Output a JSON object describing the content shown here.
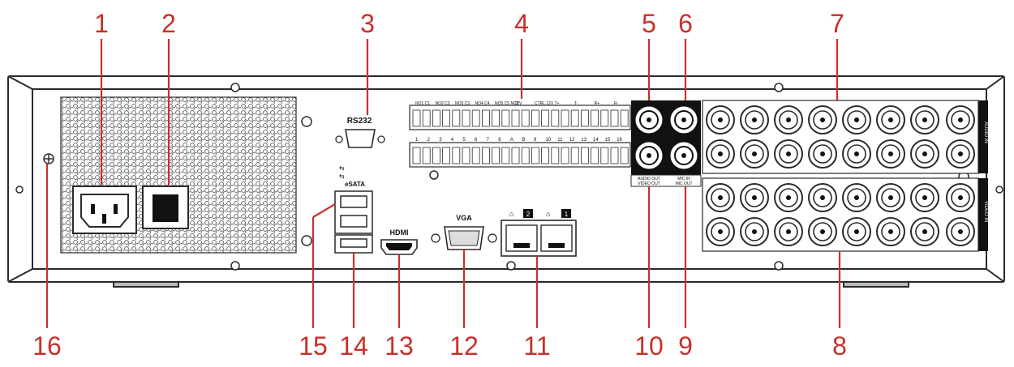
{
  "callouts": [
    {
      "id": 1,
      "label": "1"
    },
    {
      "id": 2,
      "label": "2"
    },
    {
      "id": 3,
      "label": "3"
    },
    {
      "id": 4,
      "label": "4"
    },
    {
      "id": 5,
      "label": "5"
    },
    {
      "id": 6,
      "label": "6"
    },
    {
      "id": 7,
      "label": "7"
    },
    {
      "id": 8,
      "label": "8"
    },
    {
      "id": 9,
      "label": "9"
    },
    {
      "id": 10,
      "label": "10"
    },
    {
      "id": 11,
      "label": "11"
    },
    {
      "id": 12,
      "label": "12"
    },
    {
      "id": 13,
      "label": "13"
    },
    {
      "id": 14,
      "label": "14"
    },
    {
      "id": 15,
      "label": "15"
    },
    {
      "id": 16,
      "label": "16"
    }
  ],
  "panel_labels": {
    "rs232": "RS232",
    "esata": "eSATA",
    "hdmi": "HDMI",
    "vga": "VGA",
    "audio_out": "AUDIO OUT",
    "vga_out": "VIDEO OUT",
    "mic_in": "MIC IN",
    "mic_out": "MIC OUT",
    "audio_in": "AUDIO IN",
    "video_in": "VIDEO IN",
    "lan1": "1",
    "lan2": "2",
    "alarm_top": [
      "NO1 C1",
      "NO2 C2",
      "NO3 C3",
      "NO4 C4",
      "NO5 C5 NC5",
      "12V",
      "CTRL 12V",
      "T+",
      "T-",
      "R+",
      "R-"
    ],
    "alarm_bottom": [
      "1",
      "2",
      "3",
      "4",
      "5",
      "6",
      "7",
      "8",
      "A",
      "B",
      "9",
      "10",
      "11",
      "12",
      "13",
      "14",
      "15",
      "16"
    ]
  },
  "colors": {
    "callout": "#c8302a",
    "outline": "#2a2a2a",
    "panel": "#ffffff",
    "dark": "#111111"
  }
}
